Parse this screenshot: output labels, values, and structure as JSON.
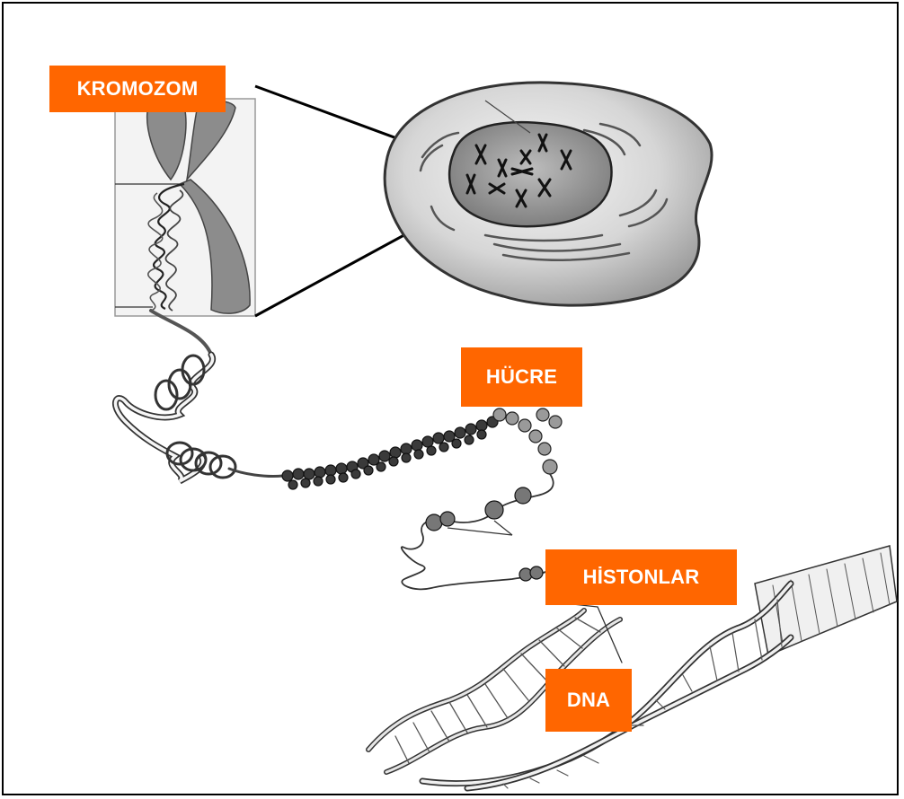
{
  "labels": {
    "kromozom": "KROMOZOM",
    "hucre": "HÜCRE",
    "histonlar": "HİSTONLAR",
    "dna": "DNA"
  },
  "colors": {
    "label_background": "#ff6600",
    "label_text": "#ffffff",
    "line": "#000000"
  },
  "icons": {
    "cell": "cell-icon",
    "chromosome": "chromosome-icon",
    "chromatin": "chromatin-coil-icon",
    "nucleosomes": "nucleosome-icon",
    "dna": "dna-double-helix-icon"
  }
}
